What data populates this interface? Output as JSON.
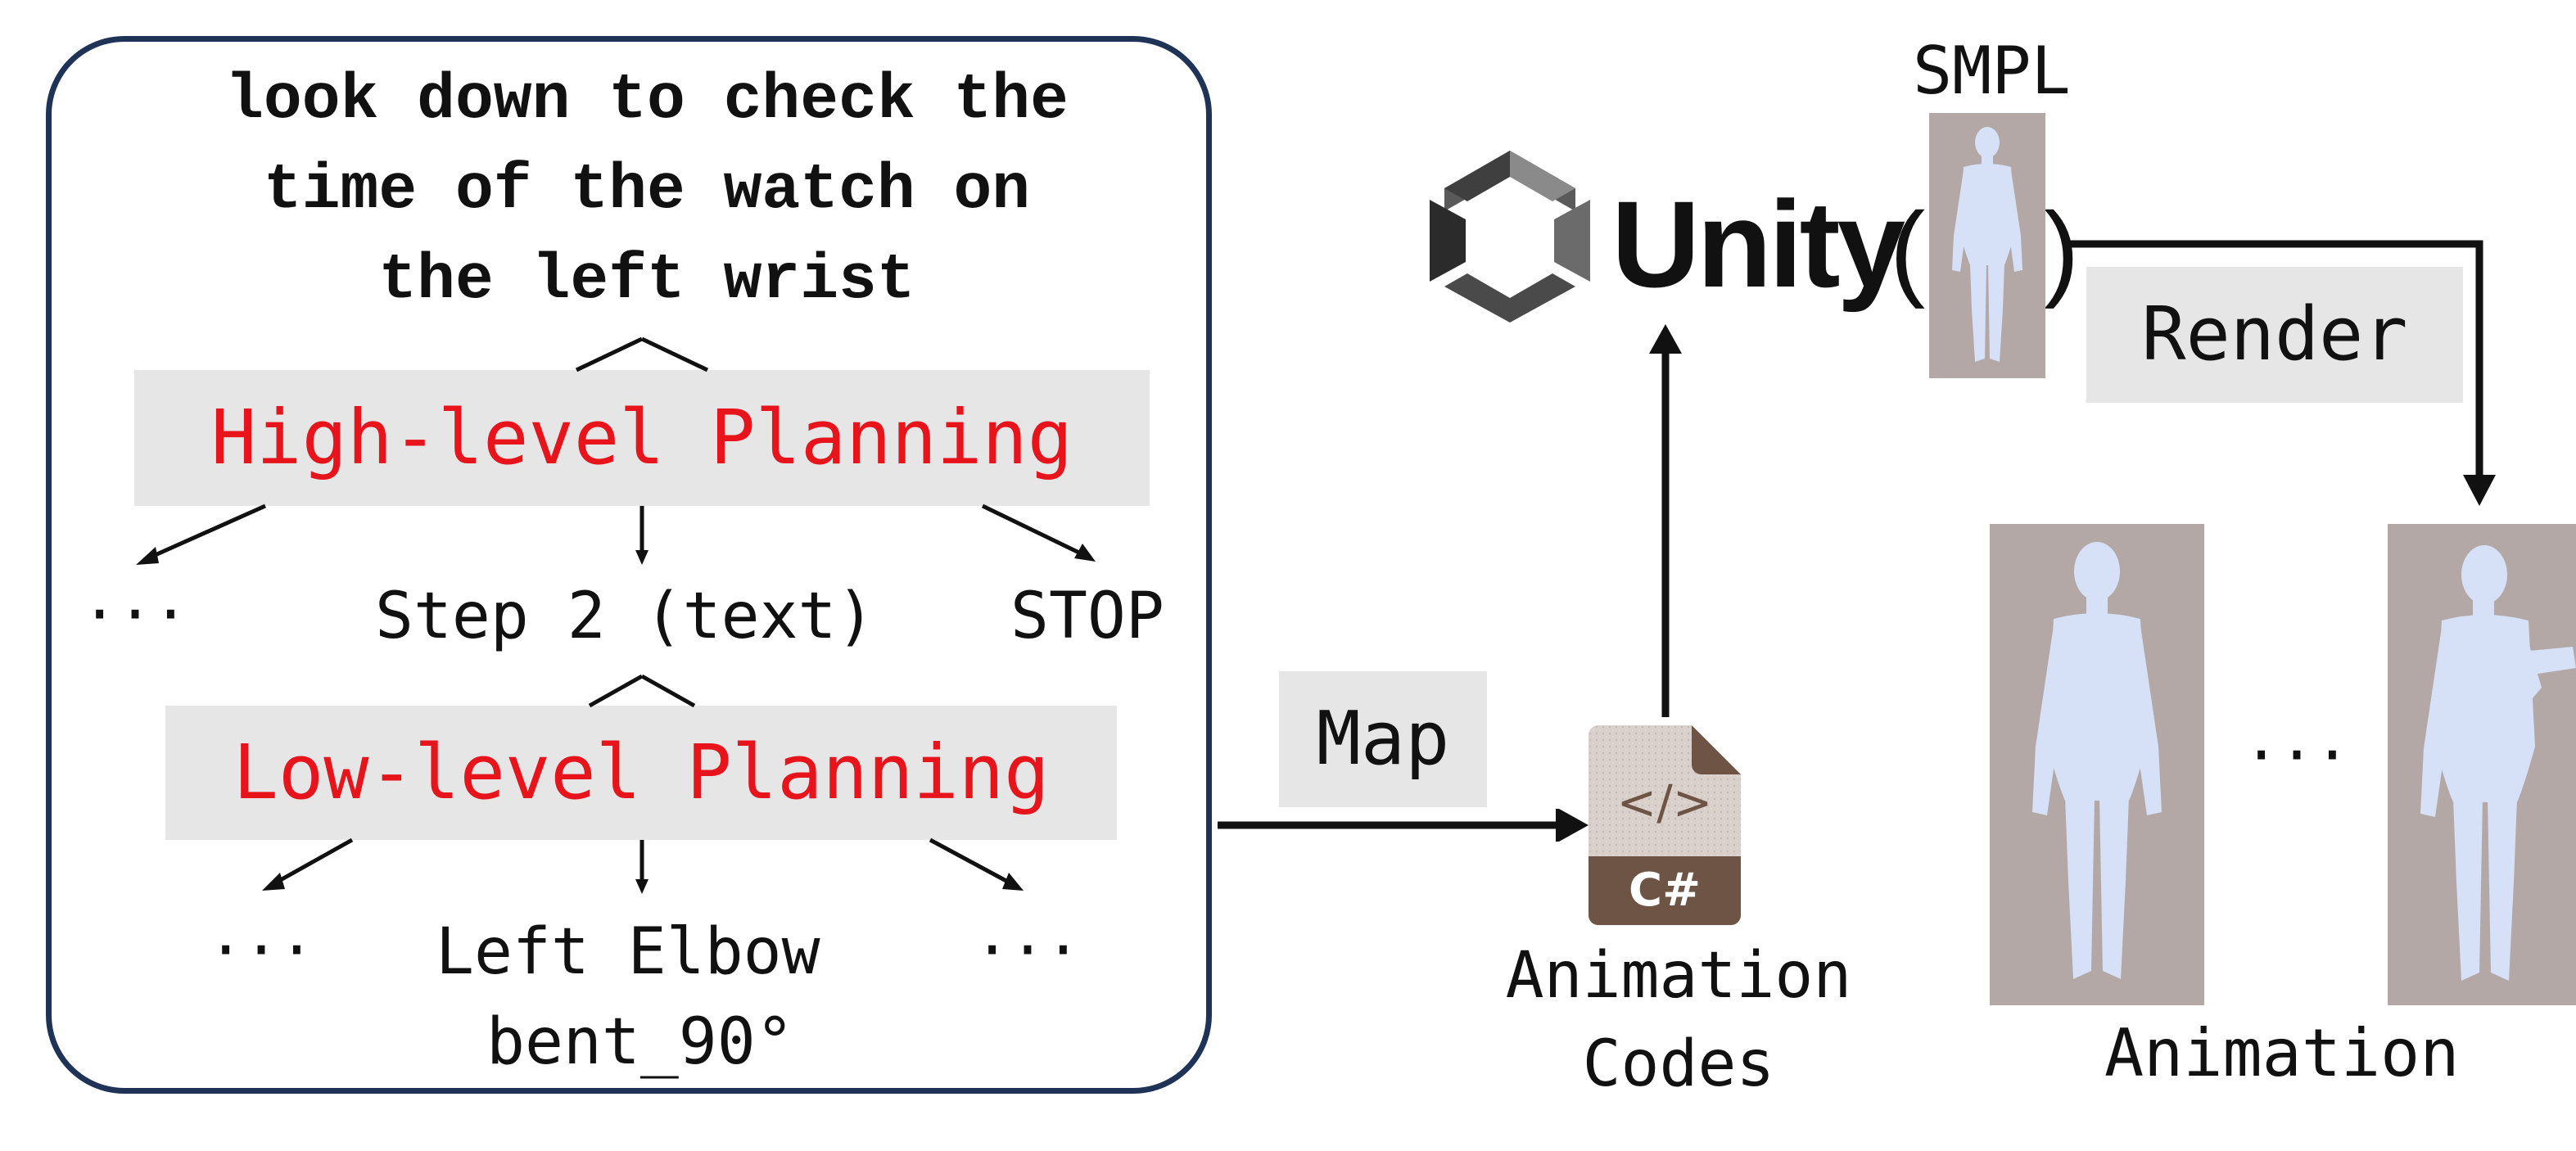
{
  "left_panel": {
    "prompt_lines": [
      "look down to check the",
      "time of the watch on",
      "the left wrist"
    ],
    "high_level_label": "High-level Planning",
    "high_level_outputs": [
      "···",
      "Step 2 (text)",
      "STOP"
    ],
    "low_level_label": "Low-level Planning",
    "low_level_outputs": [
      "···",
      "Left Elbow",
      "bent_90°",
      "···"
    ]
  },
  "map_label": "Map",
  "code_icon": {
    "glyph": "</>",
    "badge": "C#"
  },
  "animation_codes_label": [
    "Animation",
    "Codes"
  ],
  "unity": {
    "text": "Unity",
    "paren_open": "(",
    "paren_close": ")"
  },
  "smpl_label": "SMPL",
  "render_label": "Render",
  "animation_ellipsis": "···",
  "animation_label": "Animation",
  "colors": {
    "panel_border": "#1f3357",
    "planning_text": "#e8141b",
    "label_box_bg": "#e6e6e6",
    "figure_bg": "#b3a8a6",
    "body_color": "#d6e0f6"
  }
}
